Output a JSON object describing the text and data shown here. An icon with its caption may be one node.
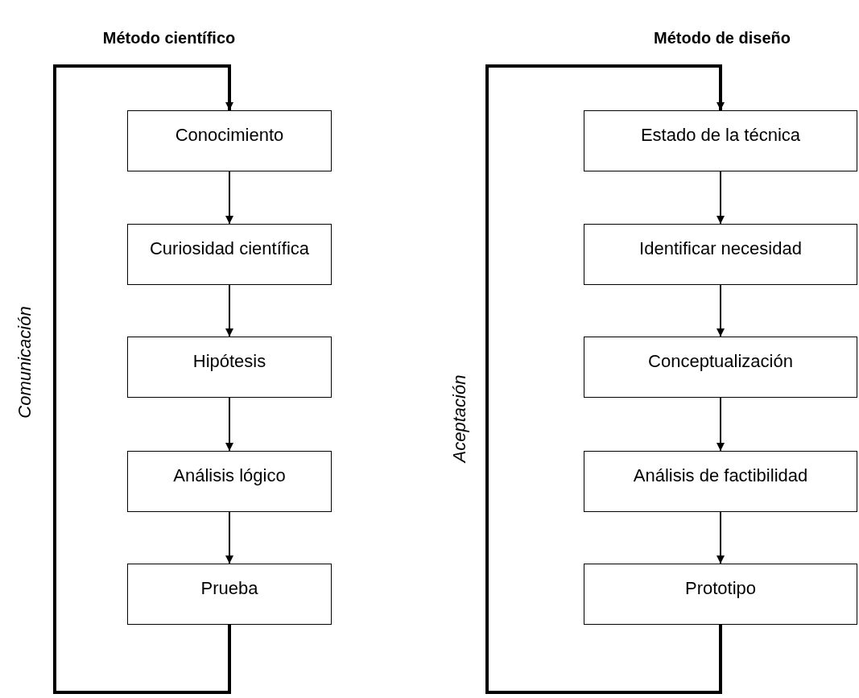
{
  "diagram": {
    "nodes": [
      {
        "text": [
          "Conocimiento"
        ]
      },
      {
        "text": [
          "Curiosidad científica"
        ]
      },
      {
        "text": [
          "Hipótesis"
        ]
      },
      {
        "text": [
          "Análisis lógico"
        ]
      },
      {
        "text": [
          "Prueba"
        ]
      },
      {
        "text": [
          "Estado de la técnica"
        ]
      },
      {
        "text": [
          "Identificar necesidad"
        ]
      },
      {
        "text": [
          "Conceptualización"
        ]
      },
      {
        "text": [
          "Análisis de factibilidad"
        ]
      },
      {
        "text": [
          "Prototipo"
        ]
      }
    ],
    "edges": [
      {
        "from": 0,
        "to": 1,
        "arrow": "to"
      },
      {
        "from": 1,
        "to": 2,
        "arrow": "to"
      },
      {
        "from": 2,
        "to": 3,
        "arrow": "to"
      },
      {
        "from": 3,
        "to": 4,
        "arrow": "to"
      },
      {
        "from": 4,
        "to": 0,
        "arrow": "to",
        "label": "Comunicación",
        "style": "thick"
      },
      {
        "from": 5,
        "to": 6,
        "arrow": "to"
      },
      {
        "from": 6,
        "to": 7,
        "arrow": "to"
      },
      {
        "from": 7,
        "to": 8,
        "arrow": "to"
      },
      {
        "from": 8,
        "to": 9,
        "arrow": "to"
      },
      {
        "from": 9,
        "to": 5,
        "arrow": "to",
        "label": "Aceptación",
        "style": "thick"
      }
    ],
    "labels": [
      "Método científico",
      "Método de diseño"
    ]
  }
}
